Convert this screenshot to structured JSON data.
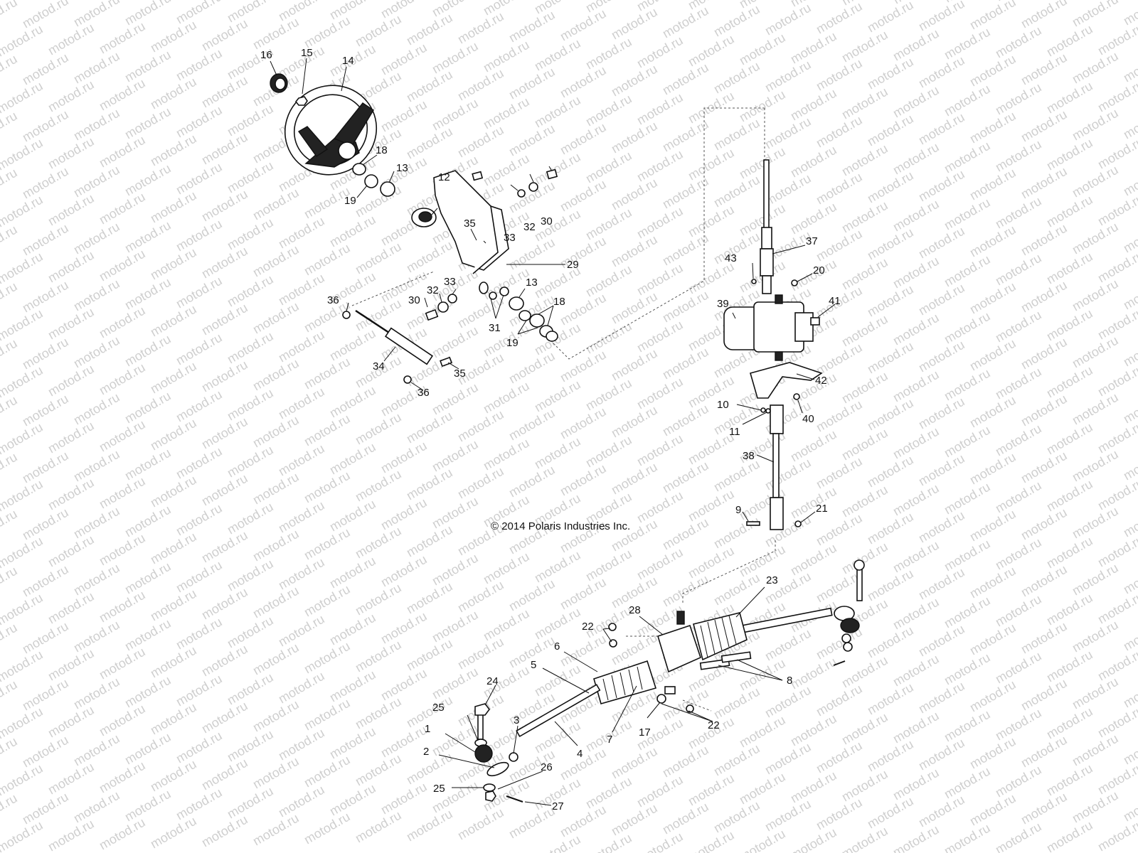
{
  "watermark": {
    "text": "motod.ru"
  },
  "copyright": "© 2014 Polaris Industries Inc.",
  "callouts": [
    {
      "label": "16"
    },
    {
      "label": "15"
    },
    {
      "label": "14"
    },
    {
      "label": "18"
    },
    {
      "label": "13"
    },
    {
      "label": "19"
    },
    {
      "label": "12"
    },
    {
      "label": "35"
    },
    {
      "label": "33"
    },
    {
      "label": "32"
    },
    {
      "label": "30"
    },
    {
      "label": "29"
    },
    {
      "label": "36"
    },
    {
      "label": "30"
    },
    {
      "label": "32"
    },
    {
      "label": "33"
    },
    {
      "label": "31"
    },
    {
      "label": "13"
    },
    {
      "label": "18"
    },
    {
      "label": "19"
    },
    {
      "label": "34"
    },
    {
      "label": "35"
    },
    {
      "label": "36"
    },
    {
      "label": "37"
    },
    {
      "label": "43"
    },
    {
      "label": "20"
    },
    {
      "label": "39"
    },
    {
      "label": "41"
    },
    {
      "label": "42"
    },
    {
      "label": "10"
    },
    {
      "label": "40"
    },
    {
      "label": "11"
    },
    {
      "label": "38"
    },
    {
      "label": "9"
    },
    {
      "label": "21"
    },
    {
      "label": "23"
    },
    {
      "label": "28"
    },
    {
      "label": "22"
    },
    {
      "label": "6"
    },
    {
      "label": "5"
    },
    {
      "label": "8"
    },
    {
      "label": "24"
    },
    {
      "label": "25"
    },
    {
      "label": "1"
    },
    {
      "label": "3"
    },
    {
      "label": "4"
    },
    {
      "label": "7"
    },
    {
      "label": "17"
    },
    {
      "label": "22"
    },
    {
      "label": "2"
    },
    {
      "label": "26"
    },
    {
      "label": "25"
    },
    {
      "label": "27"
    }
  ]
}
